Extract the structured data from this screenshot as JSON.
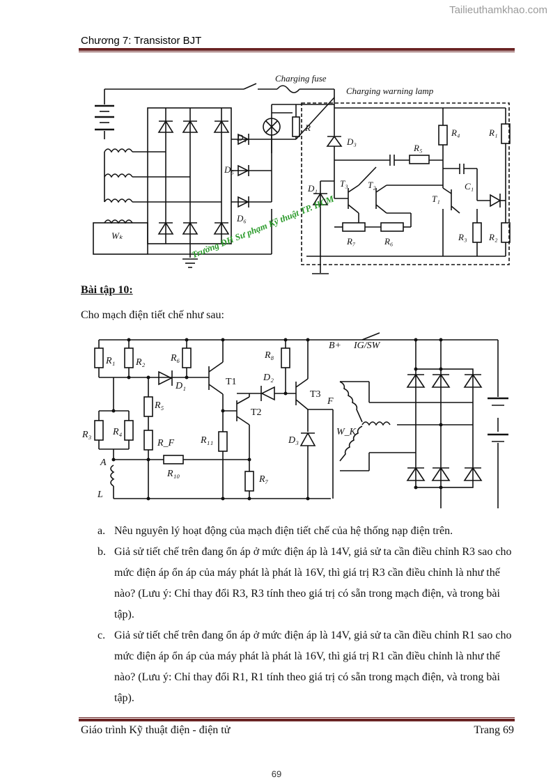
{
  "watermark": "Tailieuthamkhao.com",
  "header": {
    "chapter": "Chương 7: Transistor BJT"
  },
  "figure1": {
    "labels": {
      "fuse": "Charging fuse",
      "lamp": "Charging warning lamp",
      "R": "R",
      "D4": "D₄",
      "D5": "D₅",
      "D6": "D₆",
      "D3": "D₃",
      "D1": "D₁",
      "T1": "T₁",
      "T2": "T₂",
      "T3": "T₃",
      "R4": "R₄",
      "R1": "R₁",
      "R5": "R₅",
      "C1": "C₁",
      "R7": "R₇",
      "R6": "R₆",
      "R3": "R₃",
      "R2": "R₂",
      "Wk": "Wₖ"
    },
    "stamp": "Trường ĐH Sư phạm Kỹ thuật TP. HCM"
  },
  "exercise": {
    "title": "Bài tập 10:",
    "intro": "Cho mạch điện tiết chế như sau:"
  },
  "figure2": {
    "labels": {
      "R1": "R₁",
      "R2": "R₂",
      "R6": "R₆",
      "D1": "D₁",
      "T1": "T1",
      "R8": "R₈",
      "D2": "D₂",
      "T3": "T3",
      "T2": "T2",
      "Bplus": "B+",
      "igsw": "IG/SW",
      "R5": "R₅",
      "R3": "R₃",
      "R4": "R₄",
      "RF": "R_F",
      "R11": "R₁₁",
      "F": "F",
      "D3": "D₃",
      "WK": "W_K",
      "A": "A",
      "R10": "R₁₀",
      "R7": "R₇",
      "L": "L"
    }
  },
  "questions": [
    {
      "label": "a.",
      "text": "Nêu nguyên lý hoạt động của mạch điện tiết chế của hệ thống nạp điện trên."
    },
    {
      "label": "b.",
      "text": "Giả sử tiết chế trên đang ổn áp ở mức điện áp là 14V, giả sử ta cần điều chỉnh R3 sao cho mức điện áp ổn áp của máy phát là phát là 16V, thì giá trị R3 cần điều chỉnh là như thế nào? (Lưu ý: Chỉ thay đổi R3, R3 tính theo giá trị có sẵn trong mạch điện, và trong bài tập)."
    },
    {
      "label": "c.",
      "text": "Giả sử tiết chế trên đang ổn áp ở mức điện áp là 14V, giả sử ta cần điều chỉnh R1 sao cho mức điện áp ổn áp của máy phát là phát là 16V, thì giá trị R1 cần điều chỉnh là như thế nào? (Lưu ý: Chỉ thay đổi R1, R1 tính theo giá trị có sẵn trong mạch điện, và trong bài tập)."
    }
  ],
  "footer": {
    "left": "Giáo trình Kỹ thuật điện - điện tử",
    "right": "Trang 69"
  },
  "page_number": "69"
}
